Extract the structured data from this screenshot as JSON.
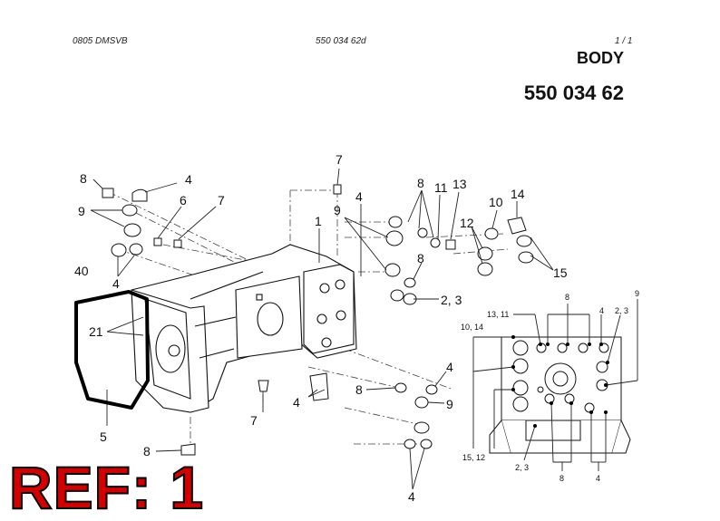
{
  "header": {
    "left": "0805 DMSVB",
    "center": "550 034 62d",
    "page": "1 /  1",
    "title": "BODY",
    "part_number": "550 034 62"
  },
  "callouts": {
    "c8a": "8",
    "c4a": "4",
    "c9a": "9",
    "c6": "6",
    "c7a": "7",
    "c4b": "4",
    "c40": "40",
    "c21": "21",
    "c5": "5",
    "c8b": "8",
    "c7b": "7",
    "c7top": "7",
    "c1": "1",
    "c9b": "9",
    "c4c": "4",
    "c8c": "8",
    "c11": "11",
    "c13": "13",
    "c10": "10",
    "c14": "14",
    "c12": "12",
    "c15": "15",
    "c8d": "8",
    "c23a": "2, 3",
    "c4d": "4",
    "c8e": "8",
    "c4e": "4",
    "c9c": "9",
    "c4f": "4"
  },
  "detail": {
    "l1311": "13, 11",
    "l8top": "8",
    "l4top": "4",
    "l23top": "2, 3",
    "l9": "9",
    "l1014": "10, 14",
    "l1512": "15, 12",
    "l23bot": "2, 3",
    "l8bot": "8",
    "l4bot": "4"
  },
  "ref": {
    "label": "REF: 1"
  },
  "colors": {
    "ref": "#d40000",
    "line": "#222222",
    "marker": "#000000"
  }
}
